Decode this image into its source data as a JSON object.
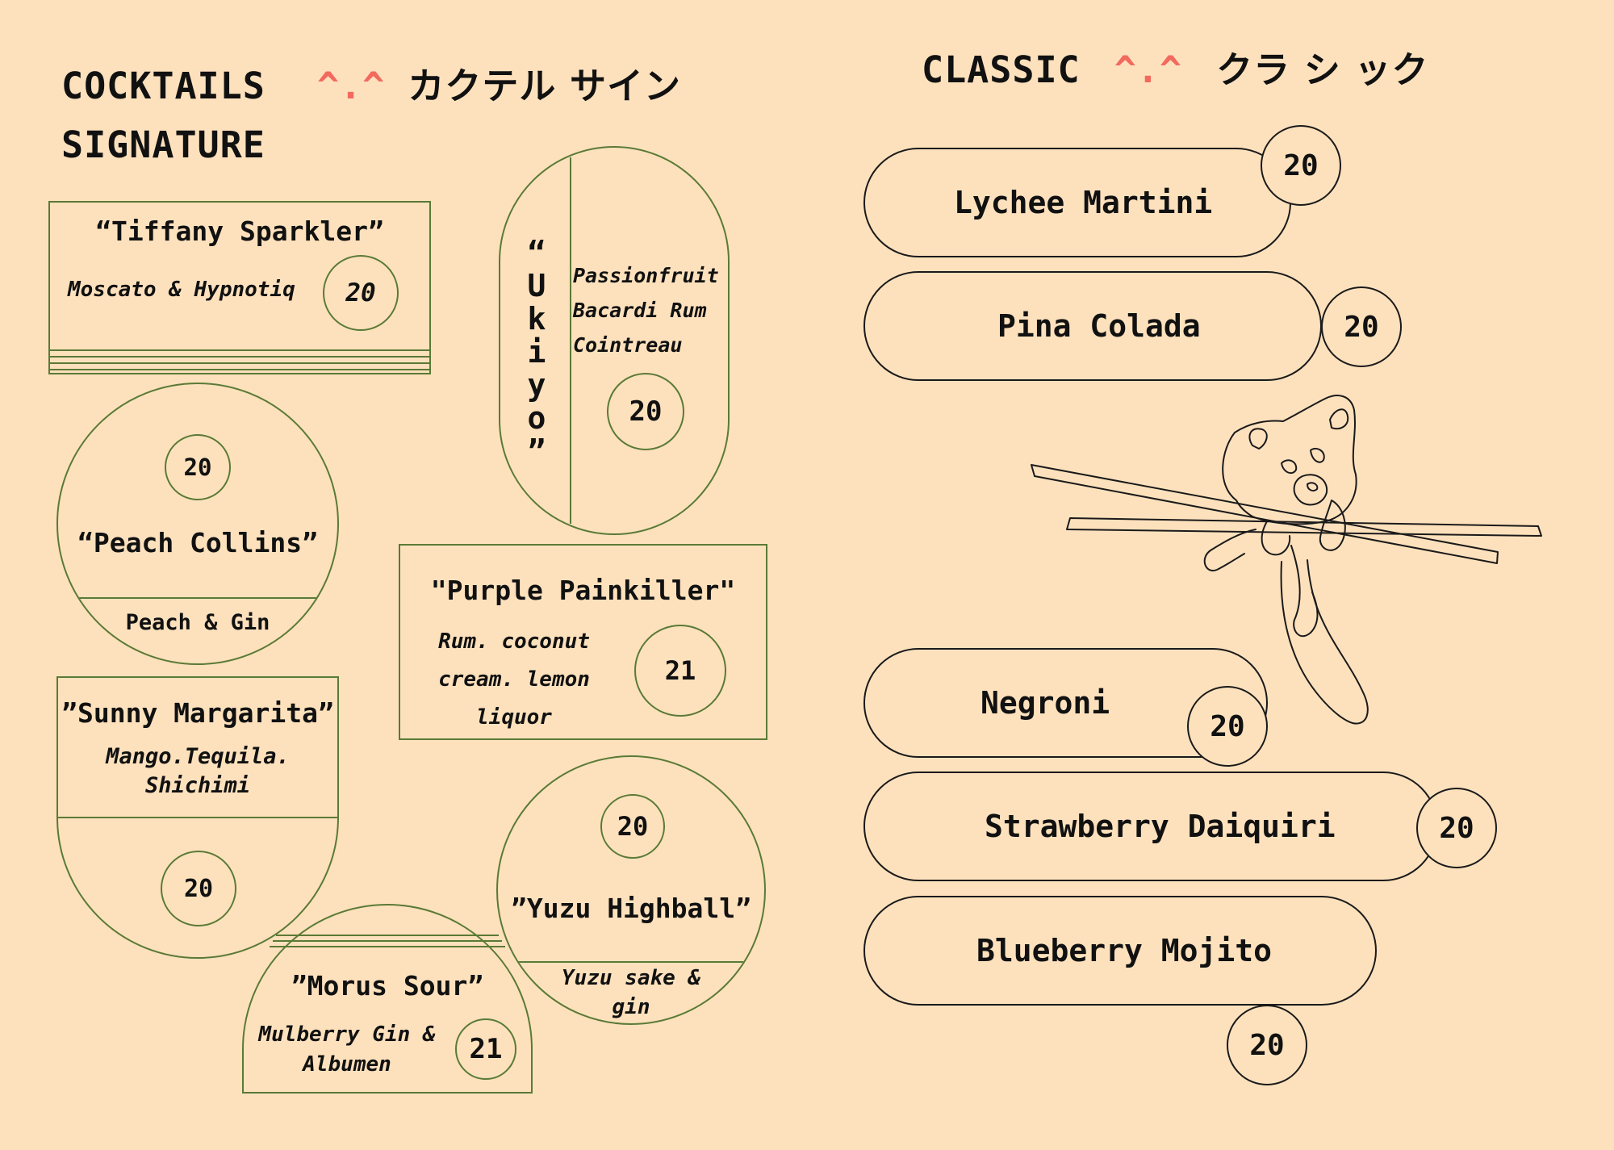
{
  "headings": {
    "cocktails": "COCKTAILS",
    "cocktails_kaomoji": "^.^",
    "cocktails_jp": "カクテル サイン",
    "signature": "SIGNATURE",
    "classic": "CLASSIC",
    "classic_kaomoji": "^.^",
    "classic_jp": "クラ シ ック"
  },
  "signature": [
    {
      "name": "“Tiffany Sparkler”",
      "ingredients": "Moscato & Hypnotiq",
      "price": "20"
    },
    {
      "name": "“Ukiyo”",
      "name_chars": [
        "“",
        "U",
        "k",
        "i",
        "y",
        "o",
        "”"
      ],
      "ingredients": [
        "Passionfruit",
        "Bacardi Rum",
        "Cointreau"
      ],
      "price": "20"
    },
    {
      "name": "“Peach Collins”",
      "ingredients": "Peach & Gin",
      "price": "20"
    },
    {
      "name": "\"Purple Painkiller\"",
      "ingredients": [
        "Rum. coconut",
        "cream. lemon",
        "liquor"
      ],
      "price": "21"
    },
    {
      "name": "”Sunny Margarita”",
      "ingredients": [
        "Mango.Tequila.",
        "Shichimi"
      ],
      "price": "20"
    },
    {
      "name": "”Yuzu Highball”",
      "ingredients": [
        "Yuzu sake &",
        "gin"
      ],
      "price": "20"
    },
    {
      "name": "”Morus Sour”",
      "ingredients": [
        "Mulberry Gin &",
        "Albumen"
      ],
      "price": "21"
    }
  ],
  "classic": [
    {
      "name": "Lychee Martini",
      "price": "20"
    },
    {
      "name": "Pina Colada",
      "price": "20"
    },
    {
      "name": "Negroni",
      "price": "20"
    },
    {
      "name": "Strawberry Daiquiri",
      "price": "20"
    },
    {
      "name": "Blueberry Mojito",
      "price": "20"
    }
  ],
  "colors": {
    "background": "#fde1bd",
    "accent": "#f26a5e",
    "signature_line": "#5a7a36",
    "classic_line": "#1a1a1a"
  },
  "illustration": "red-panda-on-chopsticks"
}
